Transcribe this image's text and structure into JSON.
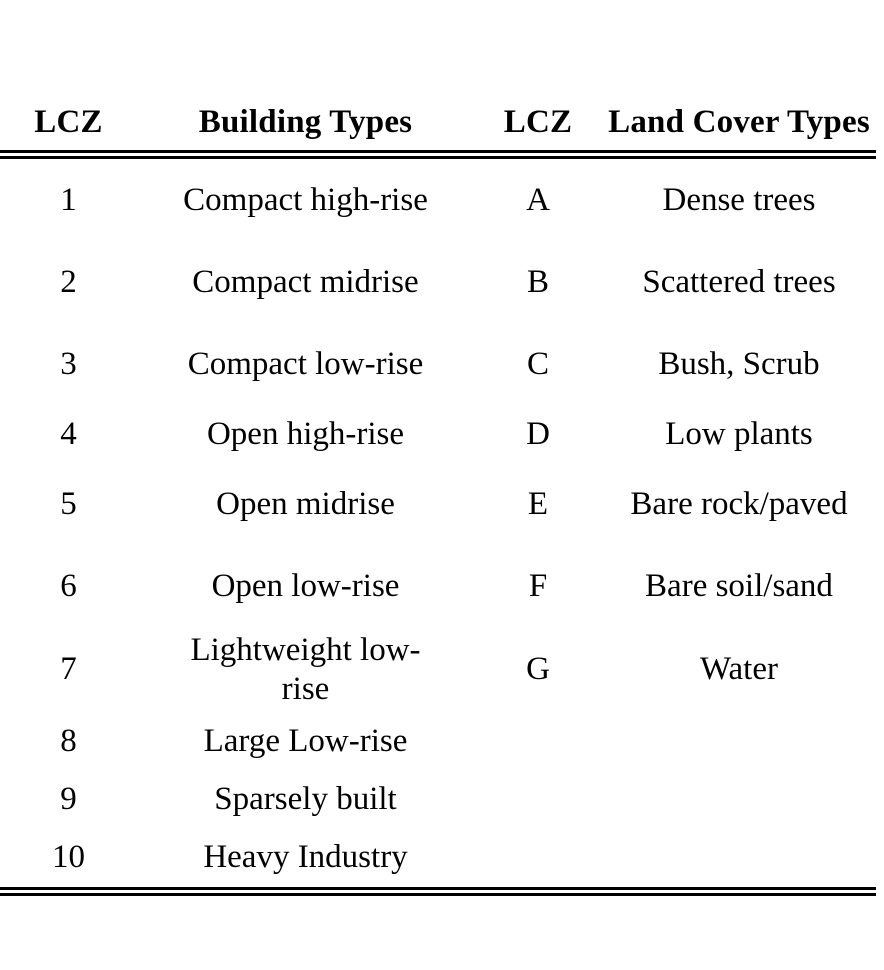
{
  "table": {
    "headers": [
      {
        "label": "LCZ"
      },
      {
        "label": "Building Types"
      },
      {
        "label": "LCZ"
      },
      {
        "label": "Land Cover Types"
      }
    ],
    "rows": [
      {
        "lcz_num": "1",
        "building_type": "Compact high-rise",
        "lcz_letter": "A",
        "land_cover": "Dense trees"
      },
      {
        "lcz_num": "2",
        "building_type": "Compact midrise",
        "lcz_letter": "B",
        "land_cover": "Scattered trees"
      },
      {
        "lcz_num": "3",
        "building_type": "Compact low-rise",
        "lcz_letter": "C",
        "land_cover": "Bush, Scrub"
      },
      {
        "lcz_num": "4",
        "building_type": "Open high-rise",
        "lcz_letter": "D",
        "land_cover": "Low plants"
      },
      {
        "lcz_num": "5",
        "building_type": "Open midrise",
        "lcz_letter": "E",
        "land_cover": "Bare rock/paved"
      },
      {
        "lcz_num": "6",
        "building_type": "Open low-rise",
        "lcz_letter": "F",
        "land_cover": "Bare soil/sand"
      },
      {
        "lcz_num": "7",
        "building_type": "Lightweight low-rise",
        "lcz_letter": "G",
        "land_cover": "Water"
      },
      {
        "lcz_num": "8",
        "building_type": "Large Low-rise",
        "lcz_letter": "",
        "land_cover": ""
      },
      {
        "lcz_num": "9",
        "building_type": "Sparsely built",
        "lcz_letter": "",
        "land_cover": ""
      },
      {
        "lcz_num": "10",
        "building_type": "Heavy Industry",
        "lcz_letter": "",
        "land_cover": ""
      }
    ],
    "colors": {
      "text": "#000000",
      "background": "#ffffff",
      "rule": "#000000"
    }
  }
}
